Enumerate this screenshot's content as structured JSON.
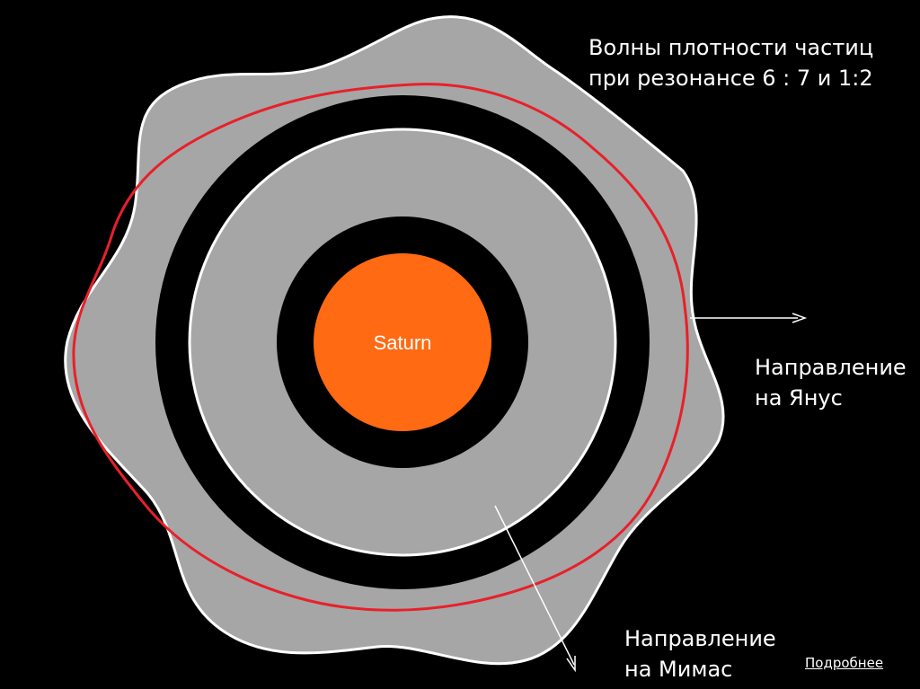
{
  "title": {
    "line1": "Волны плотности частиц",
    "line2": "при резонансе 6 : 7 и 1:2"
  },
  "planet": {
    "label": "Saturn",
    "color": "#ff6a13"
  },
  "directions": {
    "janus": {
      "line1": "Направление",
      "line2": "на Янус"
    },
    "mimas": {
      "line1": "Направление",
      "line2": "на Мимас"
    }
  },
  "link": {
    "label": "Подробнее"
  },
  "colors": {
    "background": "#000000",
    "ring_fill": "#a6a6a6",
    "gap": "#000000",
    "outline": "#ffffff",
    "density_wave": "#e8202a"
  }
}
